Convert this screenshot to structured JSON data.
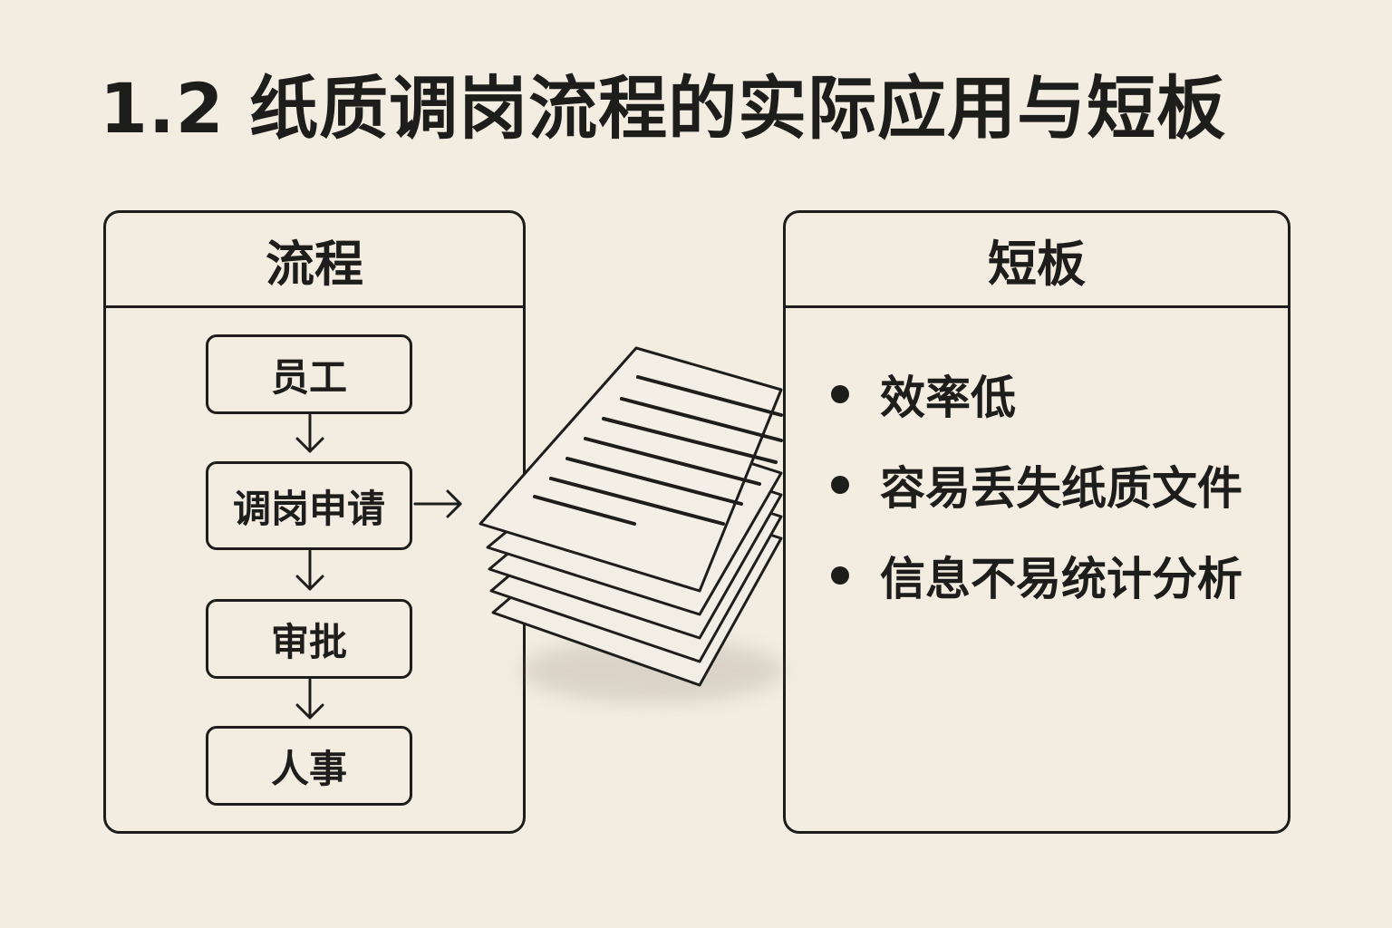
{
  "title": "1.2 纸质调岗流程的实际应用与短板",
  "process_panel": {
    "header": "流程",
    "steps": [
      "员工",
      "调岗申请",
      "审批",
      "人事"
    ]
  },
  "shortcomings_panel": {
    "header": "短板",
    "items": [
      "效率低",
      "容易丢失纸质文件",
      "信息不易统计分析"
    ]
  },
  "icons": {
    "paper_stack": "document-stack-icon",
    "arrow": "arrow-icon"
  },
  "colors": {
    "background": "#f2ece1",
    "ink": "#1d1d1b",
    "paper": "#f3eee5"
  }
}
